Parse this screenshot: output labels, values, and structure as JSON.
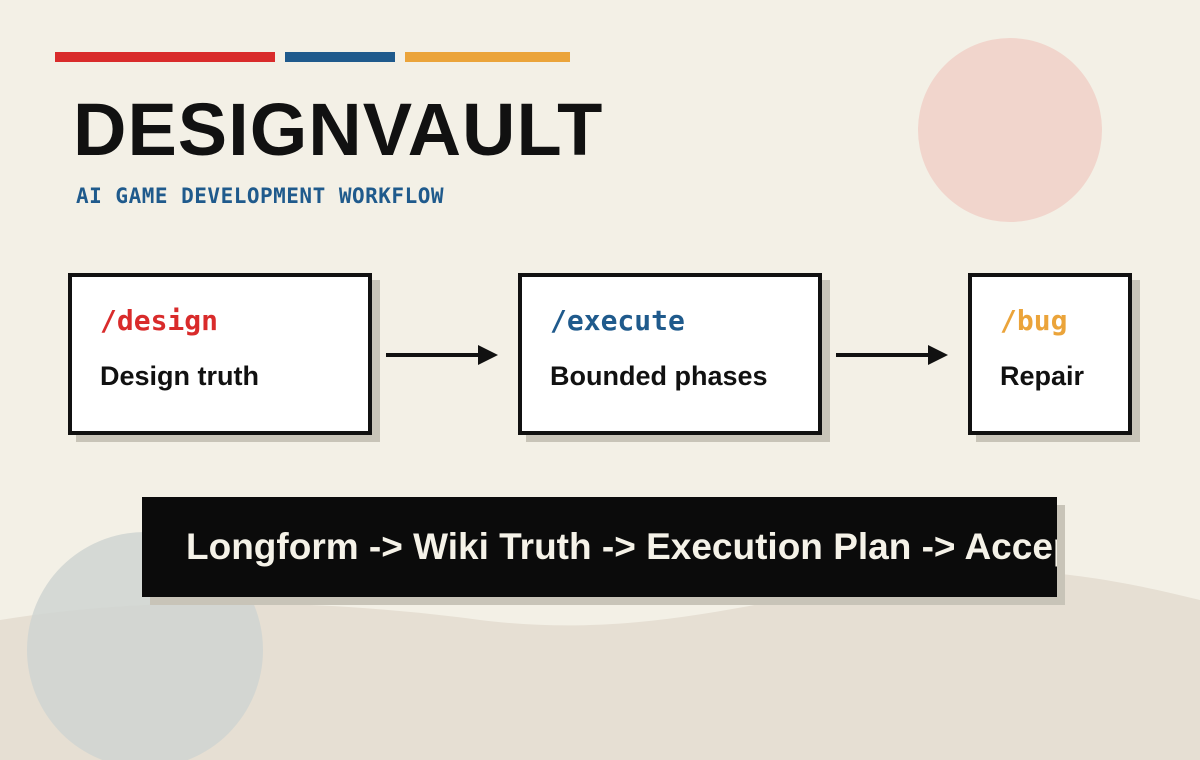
{
  "colors": {
    "background": "#f3f0e6",
    "red": "#d92b2b",
    "blue": "#1f5a8c",
    "amber": "#eba43a",
    "ink": "#111111",
    "pink_circle": "#f1d5cc",
    "gray_circle": "#cfd5d1",
    "wave": "#e6dfd3",
    "banner": "#0b0b0b"
  },
  "header": {
    "title": "DESIGNVAULT",
    "subtitle": "AI GAME DEVELOPMENT WORKFLOW"
  },
  "steps": [
    {
      "command": "/design",
      "label": "Design truth",
      "color": "#d92b2b"
    },
    {
      "command": "/execute",
      "label": "Bounded phases",
      "color": "#1f5a8c"
    },
    {
      "command": "/bug",
      "label": "Repair",
      "color": "#eba43a"
    }
  ],
  "pipeline": {
    "text": "Longform -> Wiki Truth -> Execution Plan -> Acceptance"
  },
  "icons": {
    "arrow": "arrow-right-icon"
  }
}
